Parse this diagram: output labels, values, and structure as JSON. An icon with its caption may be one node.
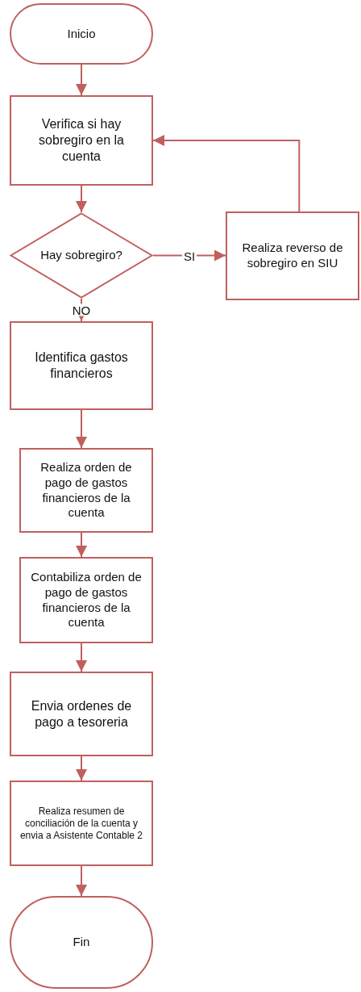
{
  "diagram": {
    "nodes": [
      {
        "text": [
          "Inicio"
        ]
      },
      {
        "text": [
          "Verifica si hay sobregiro en la cuenta"
        ]
      },
      {
        "text": [
          "Hay sobregiro?"
        ]
      },
      {
        "text": [
          "Realiza reverso de sobregiro en SIU"
        ]
      },
      {
        "text": [
          "Identifica gastos financieros"
        ]
      },
      {
        "text": [
          "Realiza orden de pago de gastos financieros de la cuenta"
        ]
      },
      {
        "text": [
          "Contabiliza orden de pago de gastos financieros de la cuenta"
        ]
      },
      {
        "text": [
          "Envia ordenes de pago a tesoreria"
        ]
      },
      {
        "text": [
          "Realiza resumen de conciliación de la cuenta y envia a Asistente Contable 2"
        ]
      },
      {
        "text": [
          "Fin"
        ]
      }
    ],
    "edges": [
      {
        "from": 0,
        "to": 1,
        "arrow": "to"
      },
      {
        "from": 1,
        "to": 2,
        "arrow": "to"
      },
      {
        "from": 2,
        "to": 3,
        "arrow": "to",
        "label": "SI"
      },
      {
        "from": 3,
        "to": 1,
        "arrow": "to"
      },
      {
        "from": 2,
        "to": 4,
        "arrow": "to",
        "label": "NO"
      },
      {
        "from": 4,
        "to": 5,
        "arrow": "to"
      },
      {
        "from": 5,
        "to": 6,
        "arrow": "to"
      },
      {
        "from": 6,
        "to": 7,
        "arrow": "to"
      },
      {
        "from": 7,
        "to": 8,
        "arrow": "to"
      },
      {
        "from": 8,
        "to": 9,
        "arrow": "to"
      }
    ]
  }
}
